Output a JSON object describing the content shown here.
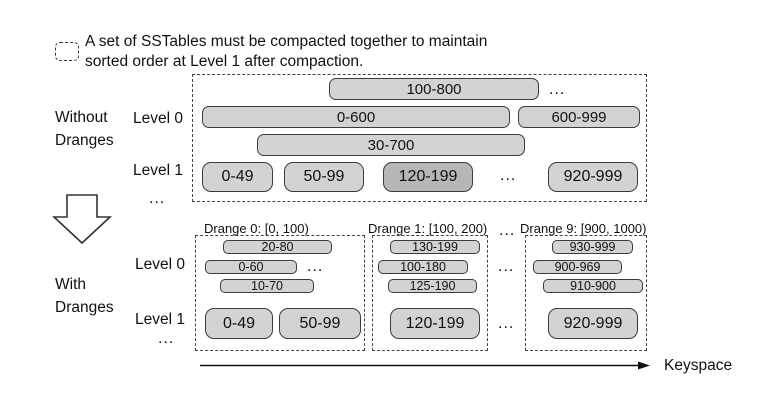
{
  "legend": {
    "note_line1": "A set of SSTables must be compacted together to maintain",
    "note_line2": "sorted order at Level 1 after compaction."
  },
  "without_dranges": {
    "section_label": "Without Dranges",
    "level0_label": "Level 0",
    "level1_label": "Level 1",
    "more": "...",
    "level0_bars": [
      "100-800",
      "0-600",
      "600-999",
      "30-700"
    ],
    "level0_more": "...",
    "level1_bars": [
      "0-49",
      "50-99",
      "120-199",
      "920-999"
    ],
    "level1_more": "..."
  },
  "with_dranges": {
    "section_label": "With Dranges",
    "level0_label": "Level 0",
    "level1_label": "Level 1",
    "more": "...",
    "titles_more": "...",
    "level0_more": "...",
    "level1_more": "...",
    "dranges": [
      {
        "title": "Drange 0: [0, 100)",
        "level0_bars": [
          "20-80",
          "0-60",
          "10-70"
        ],
        "level0_more": "...",
        "level1_bars": [
          "0-49",
          "50-99"
        ]
      },
      {
        "title": "Drange 1: [100, 200)",
        "level0_bars": [
          "130-199",
          "100-180",
          "125-190"
        ],
        "level1_bars": [
          "120-199"
        ]
      },
      {
        "title": "Drange 9: [900, 1000)",
        "level0_bars": [
          "930-999",
          "900-969",
          "910-900"
        ],
        "level1_bars": [
          "920-999"
        ]
      }
    ]
  },
  "keyspace": {
    "label": "Keyspace"
  },
  "colors": {
    "bar_fill": "#d3d3d3",
    "bar_fill_dark": "#b6b6b6",
    "bar_border": "#3c3c3c",
    "dashed_outline": "#444444",
    "text": "#111111"
  }
}
